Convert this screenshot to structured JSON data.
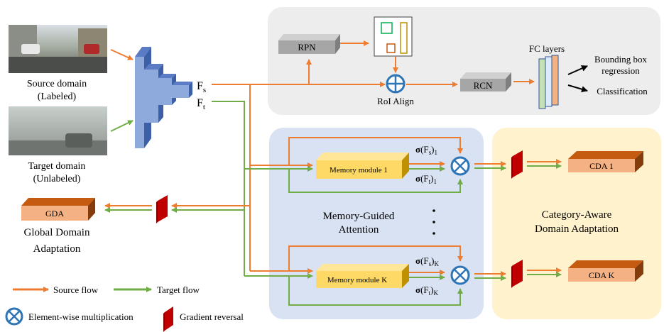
{
  "inputs": {
    "source_label_1": "Source domain",
    "source_label_2": "(Labeled)",
    "target_label_1": "Target domain",
    "target_label_2": "(Unlabeled)"
  },
  "backbone": {
    "fs": "F",
    "fs_sub": "s",
    "ft": "F",
    "ft_sub": "t"
  },
  "detector": {
    "rpn": "RPN",
    "roi_align": "RoI Align",
    "rcn": "RCN",
    "fc_layers": "FC layers",
    "bbox_1": "Bounding box",
    "bbox_2": "regression",
    "classification": "Classification"
  },
  "memory": {
    "module_1": "Memory module 1",
    "module_k": "Memory module K",
    "title_1": "Memory-Guided",
    "title_2": "Attention",
    "sigma": "σ",
    "fs_sig_1_mid": "(F",
    "fs_sig_1_sub": "s",
    "fs_sig_1_end": ")",
    "idx_1": "1",
    "idx_k": "K"
  },
  "cda": {
    "cda_1": "CDA 1",
    "cda_k": "CDA K",
    "title_1": "Category-Aware",
    "title_2": "Domain Adaptation"
  },
  "global": {
    "gda": "GDA",
    "title_1": "Global Domain",
    "title_2": "Adaptation"
  },
  "legend": {
    "source_flow": "Source flow",
    "target_flow": "Target flow",
    "elementwise": "Element-wise multiplication",
    "gradient_reversal": "Gradient reversal"
  },
  "colors": {
    "source": "#ED7D31",
    "target": "#70AD47",
    "detector_bg": "#EDEDED",
    "memory_bg": "#D9E2F3",
    "cda_bg": "#FFF2CC",
    "otimes": "#2E75B6",
    "reversal": "#C00000"
  }
}
